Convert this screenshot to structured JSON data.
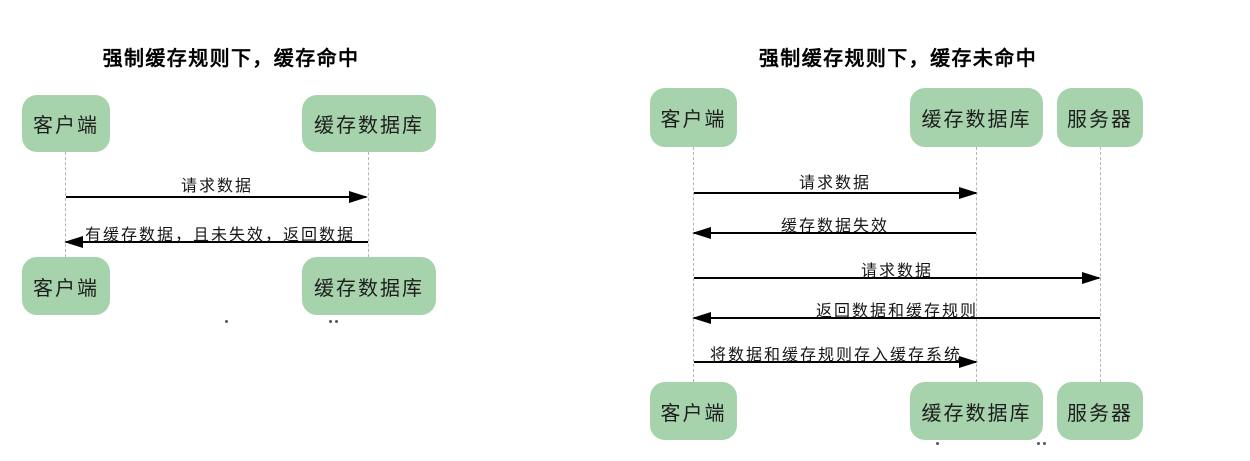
{
  "colors": {
    "background": "#ffffff",
    "actor_fill": "#a6d3ac",
    "arrow": "#000000",
    "lifeline": "#b5b5b5",
    "text": "#1d1d1d"
  },
  "diagrams": [
    {
      "id": "cache-hit",
      "title": "强制缓存规则下，缓存命中",
      "actors": [
        {
          "label": "客户端"
        },
        {
          "label": "缓存数据库"
        }
      ],
      "messages": [
        {
          "label": "请求数据",
          "from": "客户端",
          "to": "缓存数据库",
          "direction": "right"
        },
        {
          "label": "有缓存数据，且未失效，返回数据",
          "from": "缓存数据库",
          "to": "客户端",
          "direction": "left"
        }
      ]
    },
    {
      "id": "cache-miss",
      "title": "强制缓存规则下，缓存未命中",
      "actors": [
        {
          "label": "客户端"
        },
        {
          "label": "缓存数据库"
        },
        {
          "label": "服务器"
        }
      ],
      "messages": [
        {
          "label": "请求数据",
          "from": "客户端",
          "to": "缓存数据库",
          "direction": "right"
        },
        {
          "label": "缓存数据失效",
          "from": "缓存数据库",
          "to": "客户端",
          "direction": "left"
        },
        {
          "label": "请求数据",
          "from": "客户端",
          "to": "服务器",
          "direction": "right"
        },
        {
          "label": "返回数据和缓存规则",
          "from": "服务器",
          "to": "客户端",
          "direction": "left"
        },
        {
          "label": "将数据和缓存规则存入缓存系统",
          "from": "客户端",
          "to": "缓存数据库",
          "direction": "right"
        }
      ]
    }
  ]
}
